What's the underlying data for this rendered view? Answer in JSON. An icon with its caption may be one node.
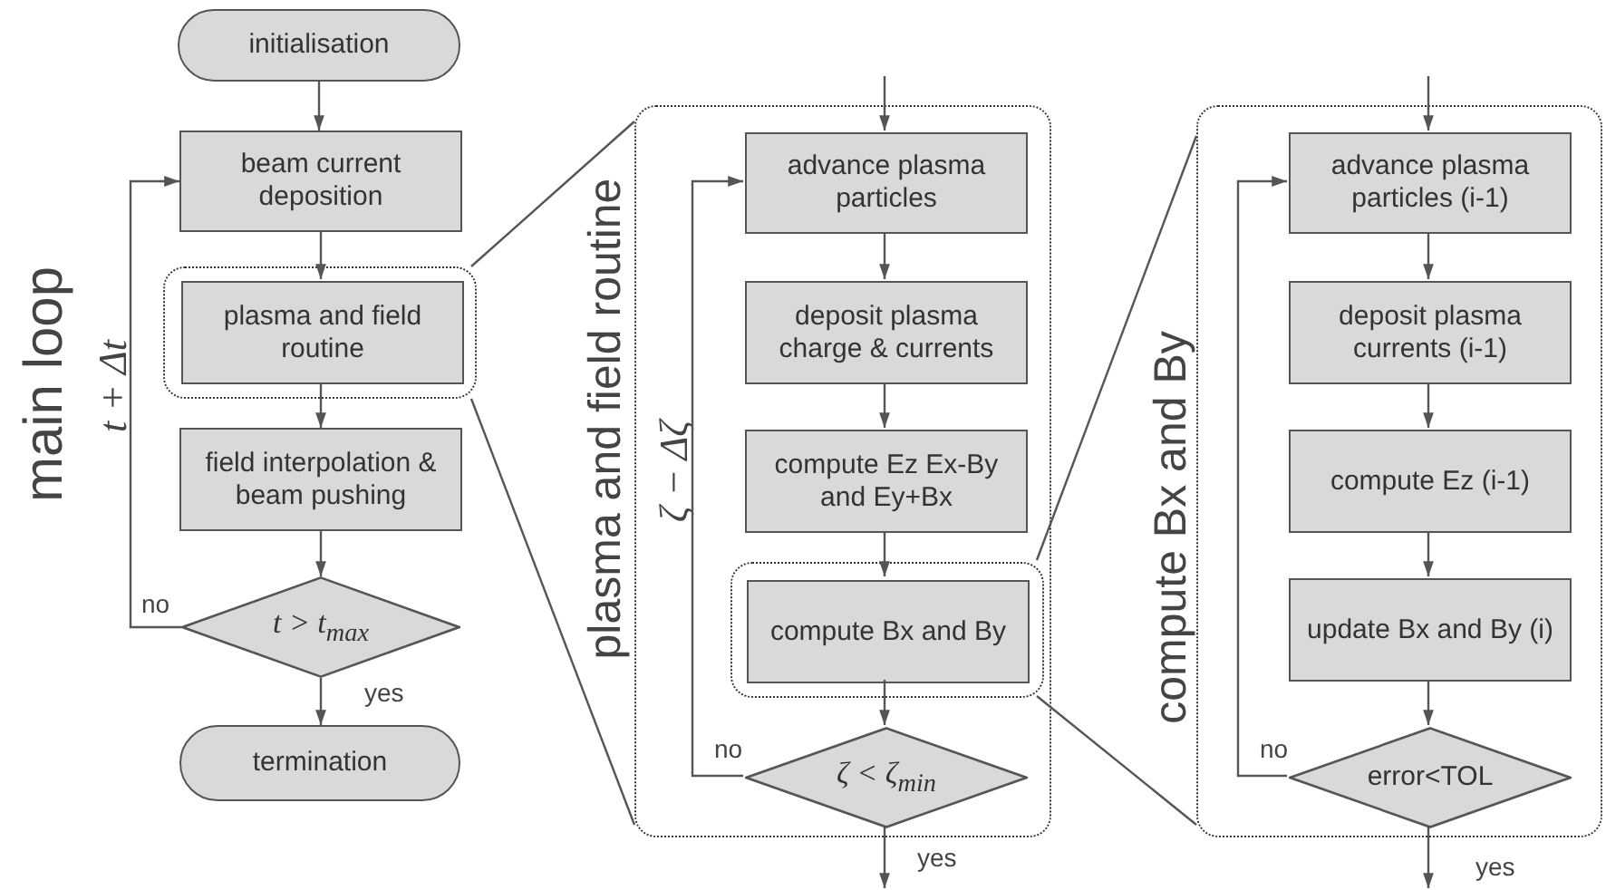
{
  "diagram": {
    "nodes": [
      {
        "text": [
          "initialisation"
        ]
      },
      {
        "text": [
          "beam current deposition"
        ]
      },
      {
        "text": [],
        "shape": "box"
      },
      {
        "text": [
          "plasma and field routine"
        ],
        "in": 2
      },
      {
        "text": [
          "field interpolation & beam pushing"
        ]
      },
      {
        "text": [
          "t > t$_{max}$"
        ]
      },
      {
        "text": [
          "termination"
        ]
      },
      {
        "text": [
          "plasma and field routine"
        ]
      },
      {
        "text": [
          "advance plasma particles"
        ],
        "in": 7
      },
      {
        "text": [
          "deposit plasma charge & currents"
        ],
        "in": 7
      },
      {
        "text": [
          "compute Ez Ex-By and Ey+Bx"
        ],
        "in": 7
      },
      {
        "text": [],
        "shape": "box",
        "in": 7
      },
      {
        "text": [
          "compute Bx and By"
        ],
        "in": 11
      },
      {
        "text": [
          "ζ < ζ$_{min}$"
        ],
        "in": 7
      },
      {
        "text": [
          "compute Bx and By"
        ]
      },
      {
        "text": [
          "advance plasma particles (i-1)"
        ],
        "in": 14
      },
      {
        "text": [
          "deposit plasma currents (i-1)"
        ],
        "in": 14
      },
      {
        "text": [
          "compute Ez (i-1)"
        ],
        "in": 14
      },
      {
        "text": [
          "update Bx and By (i)"
        ],
        "in": 14
      },
      {
        "text": [
          "error<TOL"
        ],
        "in": 14
      }
    ],
    "edges": [
      {
        "from": 0,
        "to": 1,
        "arrow": "to"
      },
      {
        "from": 1,
        "to": 3,
        "arrow": "to"
      },
      {
        "from": 3,
        "to": 4,
        "arrow": "to"
      },
      {
        "from": 4,
        "to": 5,
        "arrow": "to"
      },
      {
        "from": 5,
        "to": 6,
        "arrow": "to",
        "label": "yes"
      },
      {
        "from": 5,
        "to": 1,
        "arrow": "to",
        "label": "no"
      },
      {
        "from": 2,
        "to": 7,
        "arrow": "none"
      },
      {
        "from": 2,
        "to": 7,
        "arrow": "none"
      },
      {
        "from": null,
        "to": 8,
        "arrow": "to"
      },
      {
        "from": 8,
        "to": 9,
        "arrow": "to"
      },
      {
        "from": 9,
        "to": 10,
        "arrow": "to"
      },
      {
        "from": 10,
        "to": 12,
        "arrow": "to"
      },
      {
        "from": 12,
        "to": 13,
        "arrow": "to"
      },
      {
        "from": 13,
        "to": null,
        "arrow": "to",
        "label": "yes"
      },
      {
        "from": 13,
        "to": 8,
        "arrow": "to",
        "label": "no"
      },
      {
        "from": 11,
        "to": 14,
        "arrow": "none"
      },
      {
        "from": 11,
        "to": 14,
        "arrow": "none"
      },
      {
        "from": null,
        "to": 15,
        "arrow": "to"
      },
      {
        "from": 15,
        "to": 16,
        "arrow": "to"
      },
      {
        "from": 16,
        "to": 17,
        "arrow": "to"
      },
      {
        "from": 17,
        "to": 18,
        "arrow": "to"
      },
      {
        "from": 18,
        "to": 19,
        "arrow": "to"
      },
      {
        "from": 19,
        "to": null,
        "arrow": "to",
        "label": "yes"
      },
      {
        "from": 19,
        "to": 15,
        "arrow": "to",
        "label": "no"
      }
    ],
    "labels": [
      "main loop",
      "t + Δt",
      "ζ − Δζ"
    ]
  }
}
